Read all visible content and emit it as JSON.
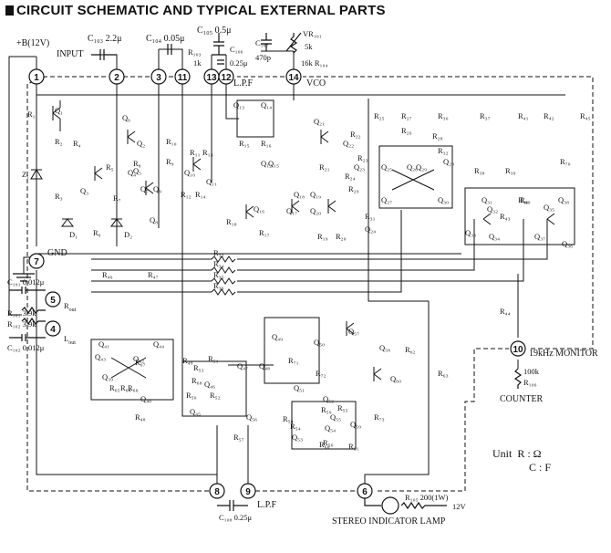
{
  "title": "CIRCUIT SCHEMATIC AND TYPICAL EXTERNAL PARTS",
  "pins": {
    "p1": "1",
    "p2": "2",
    "p3": "3",
    "p4": "4",
    "p5": "5",
    "p6": "6",
    "p7": "7",
    "p8": "8",
    "p9": "9",
    "p10": "10",
    "p11": "11",
    "p12": "12",
    "p13": "13",
    "p14": "14"
  },
  "external": {
    "supply": "+B(12V)",
    "input": "INPUT",
    "c103": "C₁₀₃ 2.2μ",
    "c104": "C₁₀₄ 0.05μ",
    "c105": "C₁₀₅ 0.5μ",
    "c106": "C₁₀₆",
    "c106_val": "0.25μ",
    "r103": "R₁₀₃",
    "r103_val": "1k",
    "lpf_top": "L.P.F",
    "c107": "C₁₀₇",
    "c107_val": "470p",
    "vr101": "VR₁₀₁",
    "vr101_val": "5k",
    "r104": "16k R₁₀₄",
    "vco": "VCO",
    "gnd": "GND",
    "c101": "C₁₀₁ 0.012μ",
    "r101": "R₁₀₁ 3.9k",
    "r102": "R₁₀₂ 3.9k",
    "rout": "R",
    "rout_sub": "out",
    "lout": "L",
    "lout_sub": "out",
    "c102": "C₁₀₂ 0.012μ",
    "monitor": "19kHz MONITOR",
    "r106_val": "100k",
    "r106": "R₁₀₆",
    "counter": "COUNTER",
    "c108": "C₁₀₈ 0.25μ",
    "lpf_bottom": "L.P.F",
    "r105": "R₁₀₅ 200(1W)",
    "minus12": "12V",
    "lamp": "STEREO INDICATOR LAMP"
  },
  "units": {
    "heading": "Unit",
    "r": "R : Ω",
    "c": "C : F"
  },
  "components": {
    "q1": "Q₁",
    "q2": "Q₂",
    "q3": "Q₃",
    "q4": "Q₄",
    "q5": "Q₅",
    "q6": "Q₆",
    "q7": "Q₇",
    "q8": "Q₈",
    "q9": "Q₉",
    "q10": "Q₁₀",
    "q11": "Q₁₁",
    "q12": "Q₁₂",
    "q13": "Q₁₃",
    "q14": "Q₁₄",
    "q15": "Q₁₅",
    "q16": "Q₁₆",
    "q17": "Q₁₇",
    "q18": "Q₁₈",
    "q19": "Q₁₉",
    "q20": "Q₂₀",
    "q21": "Q₂₁",
    "q22": "Q₂₂",
    "q23": "Q₂₃",
    "q24": "Q₂₄",
    "q25": "Q₂₅",
    "q26": "Q₂₆",
    "q27": "Q₂₇",
    "q28": "Q₂₈",
    "q29": "Q₂₉",
    "q30": "Q₃₀",
    "q31": "Q₃₁",
    "q32": "Q₃₂",
    "q33": "Q₃₃",
    "q34": "Q₃₄",
    "q35": "Q₃₅",
    "q36": "Q₃₆",
    "q37": "Q₃₇",
    "q38": "Q₃₈",
    "q39": "Q₃₉",
    "q40": "Q₄₀",
    "q41": "Q₄₁",
    "q42": "Q₄₂",
    "q43": "Q₄₃",
    "q44": "Q₄₄",
    "q45": "Q₄₅",
    "q46": "Q₄₆",
    "q47": "Q₄₇",
    "q48": "Q₄₈",
    "q49": "Q₄₉",
    "q50": "Q₅₀",
    "q51": "Q₅₁",
    "q52": "Q₅₂",
    "q53": "Q₅₃",
    "q54": "Q₅₄",
    "q55": "Q₅₅",
    "q56": "Q₅₆",
    "q57": "Q₅₇",
    "q58": "Q₅₈",
    "q59": "Q₅₉",
    "q60": "Q₆₀",
    "r1": "R₁",
    "r2": "R₂",
    "r3": "R₃",
    "r4": "R₄",
    "r5": "R₅",
    "r6": "R₆",
    "r7": "R₇",
    "r8": "R₈",
    "r9": "R₉",
    "r10": "R₁₀",
    "r11": "R₁₁",
    "r12": "R₁₂",
    "r13": "R₁₃",
    "r14": "R₁₄",
    "r15": "R₁₅",
    "r16": "R₁₆",
    "r17": "R₁₇",
    "r18": "R₁₈",
    "r19": "R₁₉",
    "r20": "R₂₀",
    "r21": "R₂₁",
    "r22": "R₂₂",
    "r23": "R₂₃",
    "r24": "R₂₄",
    "r25": "R₂₅",
    "r26": "R₂₆",
    "r27": "R₂₇",
    "r28": "R₂₈",
    "r29": "R₂₉",
    "r30": "R₃₀",
    "r31": "R₃₁",
    "r32": "R₃₂",
    "r33": "R₃₃",
    "r34": "R₃₄",
    "r35": "R₃₅",
    "r36": "R₃₆",
    "r37": "R₃₇",
    "r38": "R₃₈",
    "r39": "R₃₉",
    "r40": "R₄₀",
    "r41": "R₄₁",
    "r42": "R₄₂",
    "r43": "R₄₃",
    "r44": "R₄₄",
    "r45": "R₄₅",
    "r46": "R₄₆",
    "r47": "R₄₇",
    "r48": "R₄₈",
    "r49": "R₄₉",
    "r50": "R₅₀",
    "r51": "R₅₁",
    "r52": "R₅₂",
    "r53": "R₅₃",
    "r54": "R₅₄",
    "r55": "R₅₅",
    "r56": "R₅₆",
    "r57": "R₅₇",
    "r58": "R₅₈",
    "r59": "R₅₉",
    "r60": "R₆₀",
    "r61": "R₆₁",
    "r62": "R₆₂",
    "r63": "R₆₃",
    "r64": "R₆₄",
    "r65": "R₆₅",
    "r66": "R₆₆",
    "r67": "R₆₇",
    "r68": "R₆₈",
    "r69": "R₆₉",
    "r70": "R₇₀",
    "r71": "R₇₁",
    "r72": "R₇₂",
    "r73": "R₇₃",
    "z1": "Z₁",
    "d1": "D₁",
    "d2": "D₂"
  }
}
